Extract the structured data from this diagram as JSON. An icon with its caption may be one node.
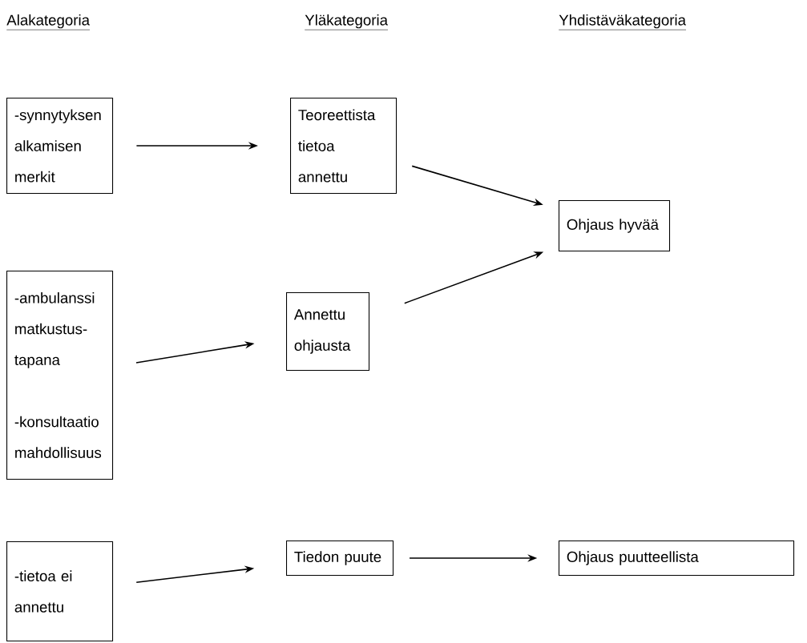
{
  "diagram": {
    "nodes": [
      {
        "text": [
          "-synnytyksen alkamisen merkit"
        ]
      },
      {
        "text": [
          "Teoreettista tietoa annettu"
        ]
      },
      {
        "text": [
          "Ohjaus hyvää"
        ]
      },
      {
        "text": [
          "-ambulanssi matkustus- tapana",
          "-konsultaatio mahdollisuus"
        ]
      },
      {
        "text": [
          "Annettu ohjausta"
        ]
      },
      {
        "text": [
          "-tietoa ei annettu"
        ]
      },
      {
        "text": [
          "Tiedon puute"
        ]
      },
      {
        "text": [
          "Ohjaus puutteellista"
        ]
      }
    ],
    "edges": [
      {
        "from": 0,
        "to": 1,
        "arrow": "to"
      },
      {
        "from": 1,
        "to": 2,
        "arrow": "to"
      },
      {
        "from": 3,
        "to": 4,
        "arrow": "to"
      },
      {
        "from": 4,
        "to": 2,
        "arrow": "to"
      },
      {
        "from": 5,
        "to": 6,
        "arrow": "to"
      },
      {
        "from": 6,
        "to": 7,
        "arrow": "to"
      }
    ],
    "labels": [
      "Alakategoria",
      "Yläkategoria",
      "Yhdistäväkategoria"
    ]
  }
}
